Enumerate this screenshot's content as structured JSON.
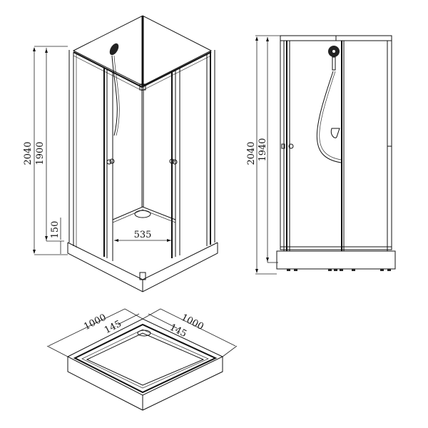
{
  "drawing": {
    "title": "Shower enclosure technical drawing",
    "views": {
      "isometric": {
        "label": "isometric-enclosure-view",
        "dimensions": {
          "total_height": "2040",
          "glass_height": "1900",
          "tray_height": "150",
          "door_opening": "535"
        }
      },
      "front": {
        "label": "front-elevation-view",
        "dimensions": {
          "total_height": "2040",
          "inner_height": "1940"
        }
      },
      "tray": {
        "label": "shower-tray-view",
        "dimensions": {
          "width_left": "1000",
          "width_right": "1000",
          "drain_offset_left": "145",
          "drain_offset_right": "145"
        }
      }
    },
    "units": "mm",
    "colors": {
      "line": "#111111",
      "background": "#ffffff"
    }
  }
}
